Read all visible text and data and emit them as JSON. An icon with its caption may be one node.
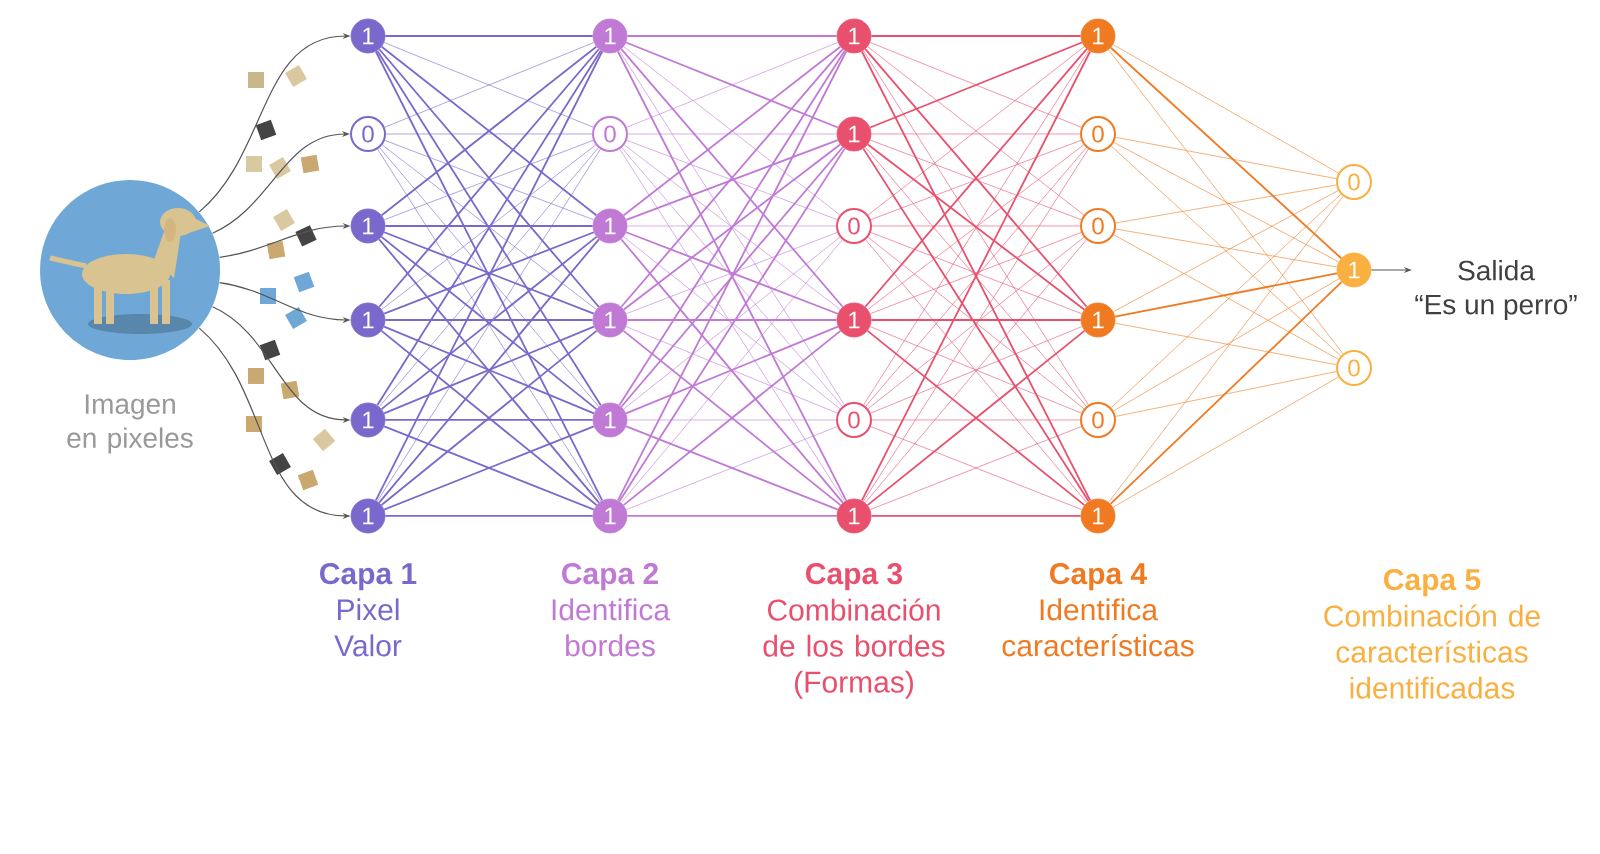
{
  "diagram": {
    "nodes": [
      {
        "text": [],
        "shape": "picture",
        "beside": [
          "Imagen en pixeles"
        ]
      },
      {
        "text": [
          "1"
        ]
      },
      {
        "text": [
          "0"
        ]
      },
      {
        "text": [
          "1"
        ]
      },
      {
        "text": [
          "1"
        ]
      },
      {
        "text": [
          "1"
        ]
      },
      {
        "text": [
          "1"
        ]
      },
      {
        "text": [
          "1"
        ]
      },
      {
        "text": [
          "0"
        ]
      },
      {
        "text": [
          "1"
        ]
      },
      {
        "text": [
          "1"
        ]
      },
      {
        "text": [
          "1"
        ]
      },
      {
        "text": [
          "1"
        ]
      },
      {
        "text": [
          "1"
        ]
      },
      {
        "text": [
          "1"
        ]
      },
      {
        "text": [
          "0"
        ]
      },
      {
        "text": [
          "1"
        ]
      },
      {
        "text": [
          "0"
        ]
      },
      {
        "text": [
          "1"
        ]
      },
      {
        "text": [
          "1"
        ]
      },
      {
        "text": [
          "0"
        ]
      },
      {
        "text": [
          "0"
        ]
      },
      {
        "text": [
          "1"
        ]
      },
      {
        "text": [
          "0"
        ]
      },
      {
        "text": [
          "1"
        ]
      },
      {
        "text": [
          "0"
        ]
      },
      {
        "text": [
          "1"
        ]
      },
      {
        "text": [
          "0"
        ]
      },
      {
        "text": [
          "Salida",
          "“Es un perro”"
        ]
      }
    ],
    "edges": [
      {
        "from": 0,
        "to": 1,
        "arrow": "to",
        "color": "#555555"
      },
      {
        "from": 0,
        "to": 2,
        "arrow": "to",
        "color": "#555555"
      },
      {
        "from": 0,
        "to": 3,
        "arrow": "to",
        "color": "#555555"
      },
      {
        "from": 0,
        "to": 4,
        "arrow": "to",
        "color": "#555555"
      },
      {
        "from": 0,
        "to": 5,
        "arrow": "to",
        "color": "#555555"
      },
      {
        "from": 0,
        "to": 6,
        "arrow": "to",
        "color": "#555555"
      },
      {
        "from": 1,
        "to": 7,
        "arrow": "none",
        "color": "#7b68cc"
      },
      {
        "from": 1,
        "to": 8,
        "arrow": "none",
        "color": "#7b68cc"
      },
      {
        "from": 1,
        "to": 9,
        "arrow": "none",
        "color": "#7b68cc"
      },
      {
        "from": 1,
        "to": 10,
        "arrow": "none",
        "color": "#7b68cc"
      },
      {
        "from": 1,
        "to": 11,
        "arrow": "none",
        "color": "#7b68cc"
      },
      {
        "from": 1,
        "to": 12,
        "arrow": "none",
        "color": "#7b68cc"
      },
      {
        "from": 2,
        "to": 7,
        "arrow": "none",
        "color": "#7b68cc"
      },
      {
        "from": 2,
        "to": 8,
        "arrow": "none",
        "color": "#7b68cc"
      },
      {
        "from": 2,
        "to": 9,
        "arrow": "none",
        "color": "#7b68cc"
      },
      {
        "from": 2,
        "to": 10,
        "arrow": "none",
        "color": "#7b68cc"
      },
      {
        "from": 2,
        "to": 11,
        "arrow": "none",
        "color": "#7b68cc"
      },
      {
        "from": 2,
        "to": 12,
        "arrow": "none",
        "color": "#7b68cc"
      },
      {
        "from": 3,
        "to": 7,
        "arrow": "none",
        "color": "#7b68cc"
      },
      {
        "from": 3,
        "to": 8,
        "arrow": "none",
        "color": "#7b68cc"
      },
      {
        "from": 3,
        "to": 9,
        "arrow": "none",
        "color": "#7b68cc"
      },
      {
        "from": 3,
        "to": 10,
        "arrow": "none",
        "color": "#7b68cc"
      },
      {
        "from": 3,
        "to": 11,
        "arrow": "none",
        "color": "#7b68cc"
      },
      {
        "from": 3,
        "to": 12,
        "arrow": "none",
        "color": "#7b68cc"
      },
      {
        "from": 4,
        "to": 7,
        "arrow": "none",
        "color": "#7b68cc"
      },
      {
        "from": 4,
        "to": 8,
        "arrow": "none",
        "color": "#7b68cc"
      },
      {
        "from": 4,
        "to": 9,
        "arrow": "none",
        "color": "#7b68cc"
      },
      {
        "from": 4,
        "to": 10,
        "arrow": "none",
        "color": "#7b68cc"
      },
      {
        "from": 4,
        "to": 11,
        "arrow": "none",
        "color": "#7b68cc"
      },
      {
        "from": 4,
        "to": 12,
        "arrow": "none",
        "color": "#7b68cc"
      },
      {
        "from": 5,
        "to": 7,
        "arrow": "none",
        "color": "#7b68cc"
      },
      {
        "from": 5,
        "to": 8,
        "arrow": "none",
        "color": "#7b68cc"
      },
      {
        "from": 5,
        "to": 9,
        "arrow": "none",
        "color": "#7b68cc"
      },
      {
        "from": 5,
        "to": 10,
        "arrow": "none",
        "color": "#7b68cc"
      },
      {
        "from": 5,
        "to": 11,
        "arrow": "none",
        "color": "#7b68cc"
      },
      {
        "from": 5,
        "to": 12,
        "arrow": "none",
        "color": "#7b68cc"
      },
      {
        "from": 6,
        "to": 7,
        "arrow": "none",
        "color": "#7b68cc"
      },
      {
        "from": 6,
        "to": 8,
        "arrow": "none",
        "color": "#7b68cc"
      },
      {
        "from": 6,
        "to": 9,
        "arrow": "none",
        "color": "#7b68cc"
      },
      {
        "from": 6,
        "to": 10,
        "arrow": "none",
        "color": "#7b68cc"
      },
      {
        "from": 6,
        "to": 11,
        "arrow": "none",
        "color": "#7b68cc"
      },
      {
        "from": 6,
        "to": 12,
        "arrow": "none",
        "color": "#7b68cc"
      },
      {
        "from": 7,
        "to": 13,
        "arrow": "none",
        "color": "#c07ad6"
      },
      {
        "from": 7,
        "to": 14,
        "arrow": "none",
        "color": "#c07ad6"
      },
      {
        "from": 7,
        "to": 15,
        "arrow": "none",
        "color": "#c07ad6"
      },
      {
        "from": 7,
        "to": 16,
        "arrow": "none",
        "color": "#c07ad6"
      },
      {
        "from": 7,
        "to": 17,
        "arrow": "none",
        "color": "#c07ad6"
      },
      {
        "from": 7,
        "to": 18,
        "arrow": "none",
        "color": "#c07ad6"
      },
      {
        "from": 8,
        "to": 13,
        "arrow": "none",
        "color": "#c07ad6"
      },
      {
        "from": 8,
        "to": 14,
        "arrow": "none",
        "color": "#c07ad6"
      },
      {
        "from": 8,
        "to": 15,
        "arrow": "none",
        "color": "#c07ad6"
      },
      {
        "from": 8,
        "to": 16,
        "arrow": "none",
        "color": "#c07ad6"
      },
      {
        "from": 8,
        "to": 17,
        "arrow": "none",
        "color": "#c07ad6"
      },
      {
        "from": 8,
        "to": 18,
        "arrow": "none",
        "color": "#c07ad6"
      },
      {
        "from": 9,
        "to": 13,
        "arrow": "none",
        "color": "#c07ad6"
      },
      {
        "from": 9,
        "to": 14,
        "arrow": "none",
        "color": "#c07ad6"
      },
      {
        "from": 9,
        "to": 15,
        "arrow": "none",
        "color": "#c07ad6"
      },
      {
        "from": 9,
        "to": 16,
        "arrow": "none",
        "color": "#c07ad6"
      },
      {
        "from": 9,
        "to": 17,
        "arrow": "none",
        "color": "#c07ad6"
      },
      {
        "from": 9,
        "to": 18,
        "arrow": "none",
        "color": "#c07ad6"
      },
      {
        "from": 10,
        "to": 13,
        "arrow": "none",
        "color": "#c07ad6"
      },
      {
        "from": 10,
        "to": 14,
        "arrow": "none",
        "color": "#c07ad6"
      },
      {
        "from": 10,
        "to": 15,
        "arrow": "none",
        "color": "#c07ad6"
      },
      {
        "from": 10,
        "to": 16,
        "arrow": "none",
        "color": "#c07ad6"
      },
      {
        "from": 10,
        "to": 17,
        "arrow": "none",
        "color": "#c07ad6"
      },
      {
        "from": 10,
        "to": 18,
        "arrow": "none",
        "color": "#c07ad6"
      },
      {
        "from": 11,
        "to": 13,
        "arrow": "none",
        "color": "#c07ad6"
      },
      {
        "from": 11,
        "to": 14,
        "arrow": "none",
        "color": "#c07ad6"
      },
      {
        "from": 11,
        "to": 15,
        "arrow": "none",
        "color": "#c07ad6"
      },
      {
        "from": 11,
        "to": 16,
        "arrow": "none",
        "color": "#c07ad6"
      },
      {
        "from": 11,
        "to": 17,
        "arrow": "none",
        "color": "#c07ad6"
      },
      {
        "from": 11,
        "to": 18,
        "arrow": "none",
        "color": "#c07ad6"
      },
      {
        "from": 12,
        "to": 13,
        "arrow": "none",
        "color": "#c07ad6"
      },
      {
        "from": 12,
        "to": 14,
        "arrow": "none",
        "color": "#c07ad6"
      },
      {
        "from": 12,
        "to": 15,
        "arrow": "none",
        "color": "#c07ad6"
      },
      {
        "from": 12,
        "to": 16,
        "arrow": "none",
        "color": "#c07ad6"
      },
      {
        "from": 12,
        "to": 17,
        "arrow": "none",
        "color": "#c07ad6"
      },
      {
        "from": 12,
        "to": 18,
        "arrow": "none",
        "color": "#c07ad6"
      },
      {
        "from": 13,
        "to": 19,
        "arrow": "none",
        "color": "#e8506e"
      },
      {
        "from": 13,
        "to": 20,
        "arrow": "none",
        "color": "#e8506e"
      },
      {
        "from": 13,
        "to": 21,
        "arrow": "none",
        "color": "#e8506e"
      },
      {
        "from": 13,
        "to": 22,
        "arrow": "none",
        "color": "#e8506e"
      },
      {
        "from": 13,
        "to": 23,
        "arrow": "none",
        "color": "#e8506e"
      },
      {
        "from": 13,
        "to": 24,
        "arrow": "none",
        "color": "#e8506e"
      },
      {
        "from": 14,
        "to": 19,
        "arrow": "none",
        "color": "#e8506e"
      },
      {
        "from": 14,
        "to": 20,
        "arrow": "none",
        "color": "#e8506e"
      },
      {
        "from": 14,
        "to": 21,
        "arrow": "none",
        "color": "#e8506e"
      },
      {
        "from": 14,
        "to": 22,
        "arrow": "none",
        "color": "#e8506e"
      },
      {
        "from": 14,
        "to": 23,
        "arrow": "none",
        "color": "#e8506e"
      },
      {
        "from": 14,
        "to": 24,
        "arrow": "none",
        "color": "#e8506e"
      },
      {
        "from": 15,
        "to": 19,
        "arrow": "none",
        "color": "#e8506e"
      },
      {
        "from": 15,
        "to": 20,
        "arrow": "none",
        "color": "#e8506e"
      },
      {
        "from": 15,
        "to": 21,
        "arrow": "none",
        "color": "#e8506e"
      },
      {
        "from": 15,
        "to": 22,
        "arrow": "none",
        "color": "#e8506e"
      },
      {
        "from": 15,
        "to": 23,
        "arrow": "none",
        "color": "#e8506e"
      },
      {
        "from": 15,
        "to": 24,
        "arrow": "none",
        "color": "#e8506e"
      },
      {
        "from": 16,
        "to": 19,
        "arrow": "none",
        "color": "#e8506e"
      },
      {
        "from": 16,
        "to": 20,
        "arrow": "none",
        "color": "#e8506e"
      },
      {
        "from": 16,
        "to": 21,
        "arrow": "none",
        "color": "#e8506e"
      },
      {
        "from": 16,
        "to": 22,
        "arrow": "none",
        "color": "#e8506e"
      },
      {
        "from": 16,
        "to": 23,
        "arrow": "none",
        "color": "#e8506e"
      },
      {
        "from": 16,
        "to": 24,
        "arrow": "none",
        "color": "#e8506e"
      },
      {
        "from": 17,
        "to": 19,
        "arrow": "none",
        "color": "#e8506e"
      },
      {
        "from": 17,
        "to": 20,
        "arrow": "none",
        "color": "#e8506e"
      },
      {
        "from": 17,
        "to": 21,
        "arrow": "none",
        "color": "#e8506e"
      },
      {
        "from": 17,
        "to": 22,
        "arrow": "none",
        "color": "#e8506e"
      },
      {
        "from": 17,
        "to": 23,
        "arrow": "none",
        "color": "#e8506e"
      },
      {
        "from": 17,
        "to": 24,
        "arrow": "none",
        "color": "#e8506e"
      },
      {
        "from": 18,
        "to": 19,
        "arrow": "none",
        "color": "#e8506e"
      },
      {
        "from": 18,
        "to": 20,
        "arrow": "none",
        "color": "#e8506e"
      },
      {
        "from": 18,
        "to": 21,
        "arrow": "none",
        "color": "#e8506e"
      },
      {
        "from": 18,
        "to": 22,
        "arrow": "none",
        "color": "#e8506e"
      },
      {
        "from": 18,
        "to": 23,
        "arrow": "none",
        "color": "#e8506e"
      },
      {
        "from": 18,
        "to": 24,
        "arrow": "none",
        "color": "#e8506e"
      },
      {
        "from": 19,
        "to": 25,
        "arrow": "none",
        "color": "#f07a22"
      },
      {
        "from": 19,
        "to": 26,
        "arrow": "none",
        "color": "#f07a22"
      },
      {
        "from": 19,
        "to": 27,
        "arrow": "none",
        "color": "#f07a22"
      },
      {
        "from": 20,
        "to": 25,
        "arrow": "none",
        "color": "#f07a22"
      },
      {
        "from": 20,
        "to": 26,
        "arrow": "none",
        "color": "#f07a22"
      },
      {
        "from": 20,
        "to": 27,
        "arrow": "none",
        "color": "#f07a22"
      },
      {
        "from": 21,
        "to": 25,
        "arrow": "none",
        "color": "#f07a22"
      },
      {
        "from": 21,
        "to": 26,
        "arrow": "none",
        "color": "#f07a22"
      },
      {
        "from": 21,
        "to": 27,
        "arrow": "none",
        "color": "#f07a22"
      },
      {
        "from": 22,
        "to": 25,
        "arrow": "none",
        "color": "#f07a22"
      },
      {
        "from": 22,
        "to": 26,
        "arrow": "none",
        "color": "#f07a22"
      },
      {
        "from": 22,
        "to": 27,
        "arrow": "none",
        "color": "#f07a22"
      },
      {
        "from": 23,
        "to": 25,
        "arrow": "none",
        "color": "#f07a22"
      },
      {
        "from": 23,
        "to": 26,
        "arrow": "none",
        "color": "#f07a22"
      },
      {
        "from": 23,
        "to": 27,
        "arrow": "none",
        "color": "#f07a22"
      },
      {
        "from": 24,
        "to": 25,
        "arrow": "none",
        "color": "#f07a22"
      },
      {
        "from": 24,
        "to": 26,
        "arrow": "none",
        "color": "#f07a22"
      },
      {
        "from": 24,
        "to": 27,
        "arrow": "none",
        "color": "#f07a22"
      },
      {
        "from": 26,
        "to": 28,
        "arrow": "to",
        "color": "#555555"
      }
    ],
    "labels": [
      "Capa 1",
      "Pixel Valor",
      "Capa 2",
      "Identifica bordes",
      "Capa 3",
      "Combinación de los bordes (Formas)",
      "Capa 4",
      "Identifica características",
      "Capa 5",
      "Combinación de características identificadas"
    ]
  }
}
